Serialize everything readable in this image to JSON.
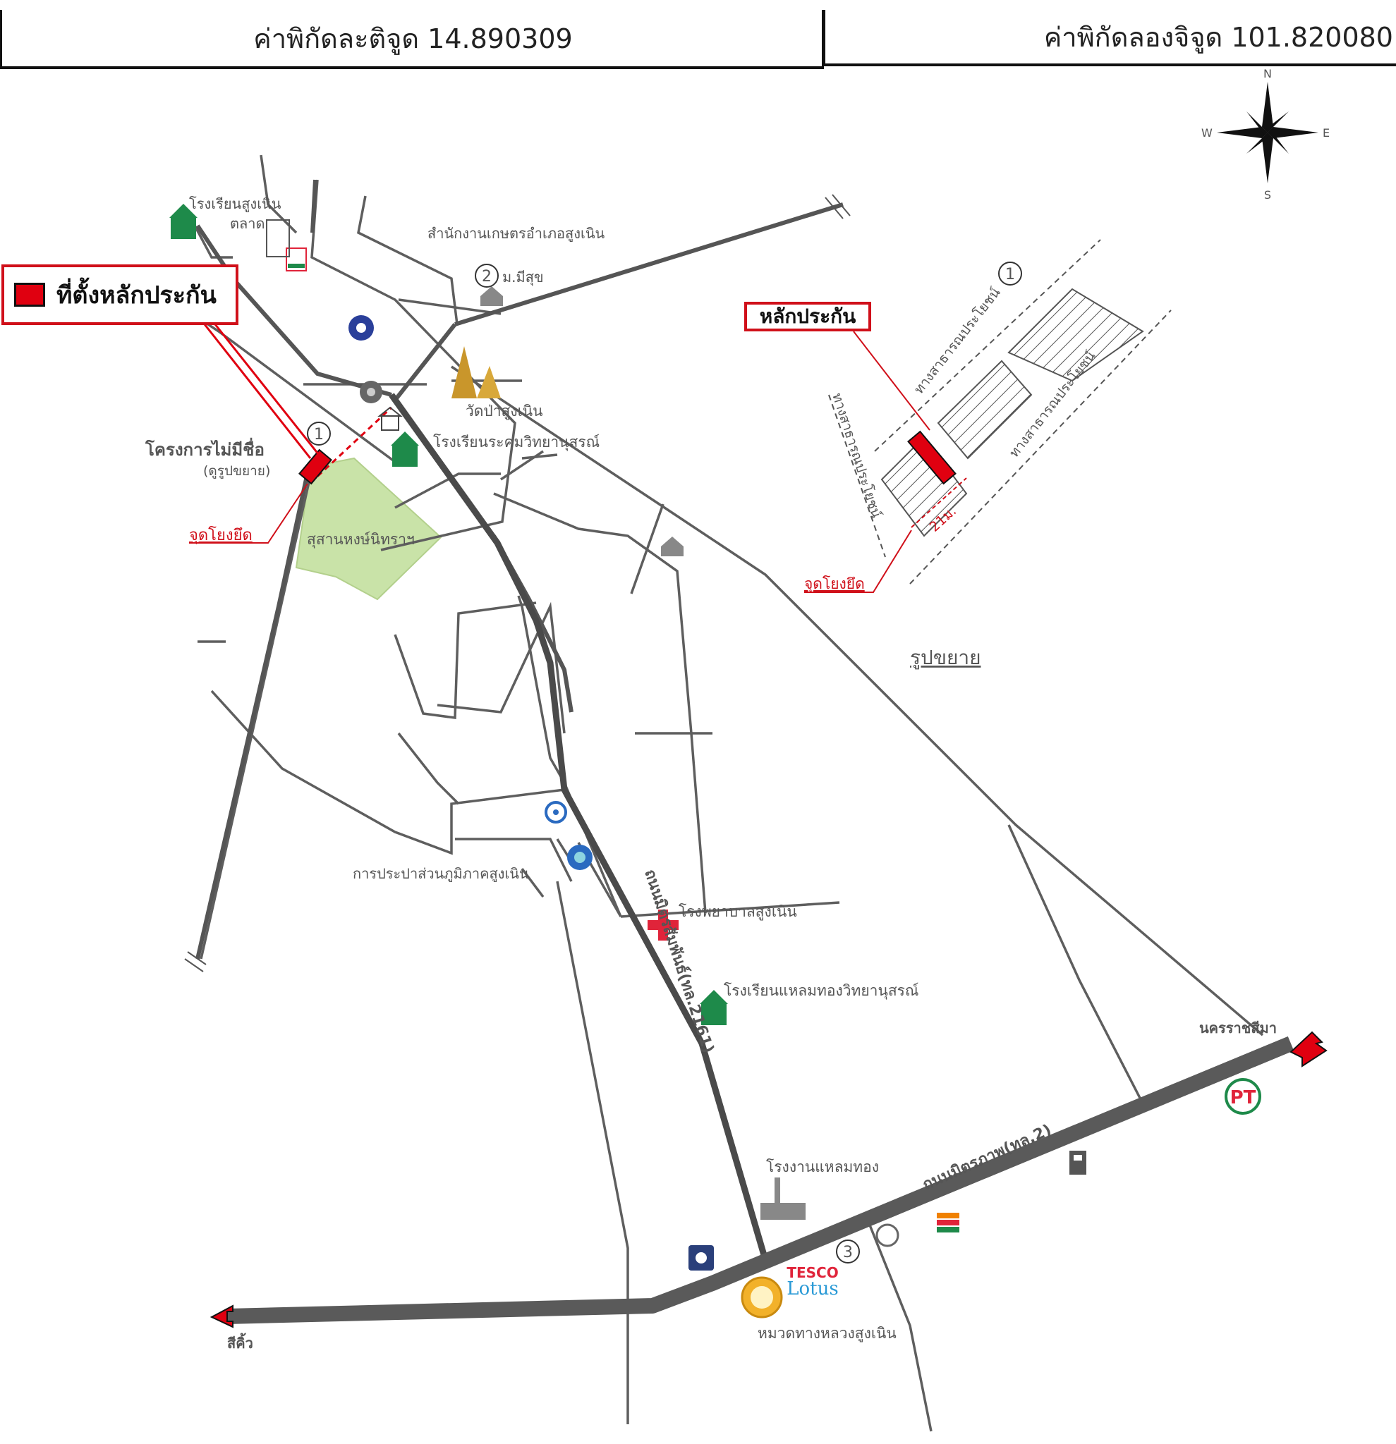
{
  "header": {
    "latitude": "ค่าพิกัดละติจูด 14.890309",
    "longitude": "ค่าพิกัดลองจิจูด 101.820080"
  },
  "legend": {
    "label": "ที่ตั้งหลักประกัน",
    "swatch_color": "#e00010"
  },
  "compass": {
    "n": "N",
    "s": "S",
    "e": "E",
    "w": "W"
  },
  "places": {
    "school_sungnoen": "โรงเรียนสูงเนิน",
    "market": "ตลาด",
    "agri_office": "สำนักงานเกษตรอำเภอสูงเนิน",
    "village_2": "ม.มีสุข",
    "wat": "วัดป่าสูงเนิน",
    "school_rakhom": "โรงเรียนระคมวิทยานุสรณ์",
    "project": "โครงการไม่มีชื่อ",
    "project_note": "(ดูรูปขยาย)",
    "reference_point": "จุดโยงยึด",
    "cemetery": "สุสานหงษ์นิทราฯ",
    "waterworks": "การประปาส่วนภูมิภาคสูงเนิน",
    "hospital": "โรงพยาบาลสูงเนิน",
    "road_2161": "ถนนมิตรสัมพันธ์(ทล.2161)",
    "school_laemthong": "โรงเรียนแหลมทองวิทยานุสรณ์",
    "factory": "โรงงานแหลมทอง",
    "road_2": "ถนนมิตรภาพ(ทล.2)",
    "highway_office": "หมวดทางหลวงสูงเนิน",
    "korat": "นครราชสีมา",
    "sikhiu": "สีคิ้ว",
    "tesco_1": "TESCO",
    "tesco_2": "Lotus"
  },
  "markers": {
    "m1": "1",
    "m2": "2",
    "m3": "3"
  },
  "inset": {
    "title": "หลักประกัน",
    "marker": "1",
    "road_top": "ทางสาธารณประโยชน์",
    "road_right": "ทางสาธารณประโยชน์",
    "road_left": "ทางสาธารณประโยชน์",
    "distance": "21ม.",
    "reference_point": "จุดโยงยึด",
    "caption": "รูปขยาย"
  },
  "colors": {
    "red": "#d0101a",
    "road": "#555555",
    "highway": "#5a5a5a",
    "park": "#c9e3a8",
    "school_green": "#1e8a4a"
  }
}
